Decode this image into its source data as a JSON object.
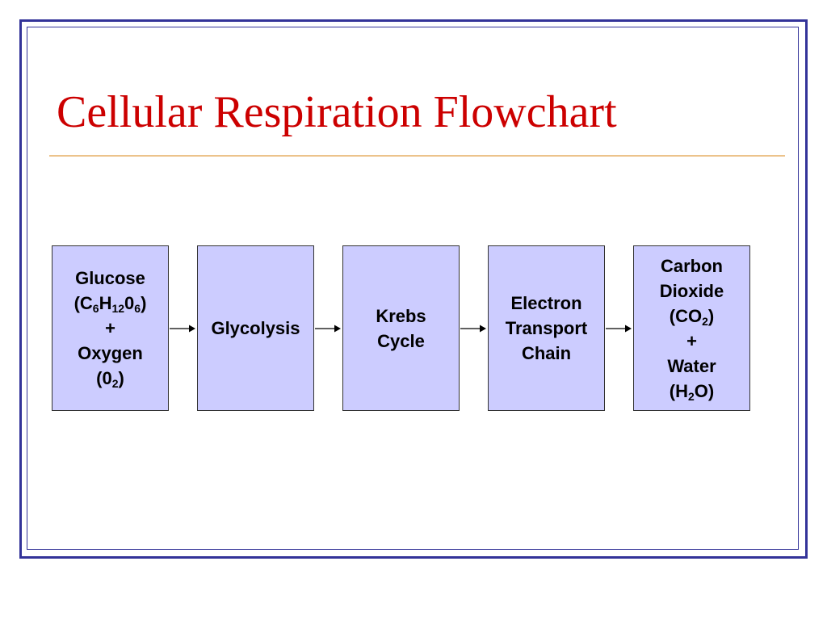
{
  "slide": {
    "title": "Cellular Respiration Flowchart"
  },
  "flowchart": {
    "steps": [
      {
        "id": "glucose-oxygen",
        "lines": [
          [
            {
              "t": "Glucose"
            }
          ],
          [
            {
              "t": "(C"
            },
            {
              "t": "6",
              "sub": true
            },
            {
              "t": "H"
            },
            {
              "t": "12",
              "sub": true
            },
            {
              "t": "0"
            },
            {
              "t": "6",
              "sub": true
            },
            {
              "t": ")"
            }
          ],
          [
            {
              "t": "+"
            }
          ],
          [
            {
              "t": "Oxygen"
            }
          ],
          [
            {
              "t": "(0"
            },
            {
              "t": "2",
              "sub": true
            },
            {
              "t": ")"
            }
          ]
        ]
      },
      {
        "id": "glycolysis",
        "lines": [
          [
            {
              "t": "Glycolysis"
            }
          ]
        ]
      },
      {
        "id": "krebs-cycle",
        "lines": [
          [
            {
              "t": "Krebs"
            }
          ],
          [
            {
              "t": "Cycle"
            }
          ]
        ]
      },
      {
        "id": "electron-transport-chain",
        "lines": [
          [
            {
              "t": "Electron"
            }
          ],
          [
            {
              "t": "Transport"
            }
          ],
          [
            {
              "t": "Chain"
            }
          ]
        ]
      },
      {
        "id": "carbon-dioxide-water",
        "lines": [
          [
            {
              "t": "Carbon"
            }
          ],
          [
            {
              "t": "Dioxide"
            }
          ],
          [
            {
              "t": "(CO"
            },
            {
              "t": "2",
              "sub": true
            },
            {
              "t": ")"
            }
          ],
          [
            {
              "t": "+"
            }
          ],
          [
            {
              "t": "Water"
            }
          ],
          [
            {
              "t": "(H"
            },
            {
              "t": "2",
              "sub": true
            },
            {
              "t": "O)"
            }
          ]
        ]
      }
    ],
    "connector_icon": "right-arrow-icon"
  },
  "colors": {
    "frame": "#333399",
    "title": "#cc0000",
    "title_rule": "#ecc38b",
    "box_fill": "#ccccff",
    "box_border": "#333333"
  }
}
